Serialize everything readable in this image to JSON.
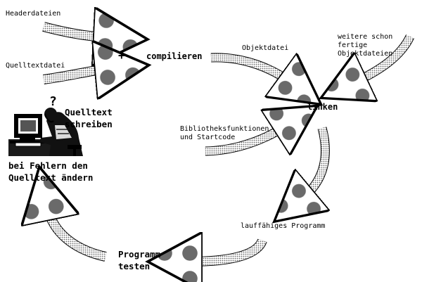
{
  "labels": {
    "headerdateien": "Headerdateien",
    "quelltextdatei": "Quelltextdatei",
    "plus": "+",
    "compilieren": "compilieren",
    "objektdatei": "Objektdatei",
    "weitere": "weitere schon\nfertige\nObjektdateien",
    "linken": "linken",
    "bibliothek": "Bibliotheksfunktionen\nund Startcode",
    "question": "?",
    "quelltext_schreiben": "Quelltext\nschreiben",
    "bei_fehlern": "bei Fehlern den\nQuelltext ändern",
    "lauffaehig": "lauffähiges Programm",
    "programm_testen": "Programm\ntesten"
  },
  "colors": {
    "ink": "#000000",
    "arrow_fill": "#d6d6d6",
    "background": "#ffffff"
  },
  "icons": {
    "person": "person-at-computer-icon"
  }
}
